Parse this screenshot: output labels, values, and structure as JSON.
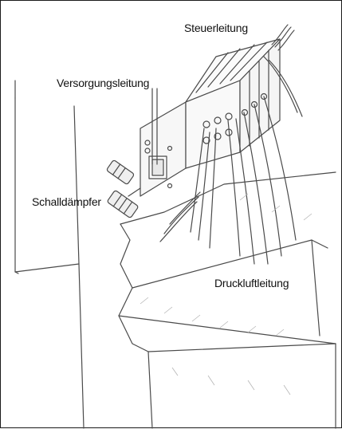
{
  "labels": {
    "steuerleitung": "Steuerleitung",
    "versorgungsleitung": "Versorgungsleitung",
    "schalldaempfer": "Schalldämpfer",
    "druckluftleitung": "Druckluftleitung"
  },
  "colors": {
    "line": "#4a4a4a",
    "hatch": "#b5b5b5",
    "border": "#1a1a1a",
    "text": "#111111"
  }
}
